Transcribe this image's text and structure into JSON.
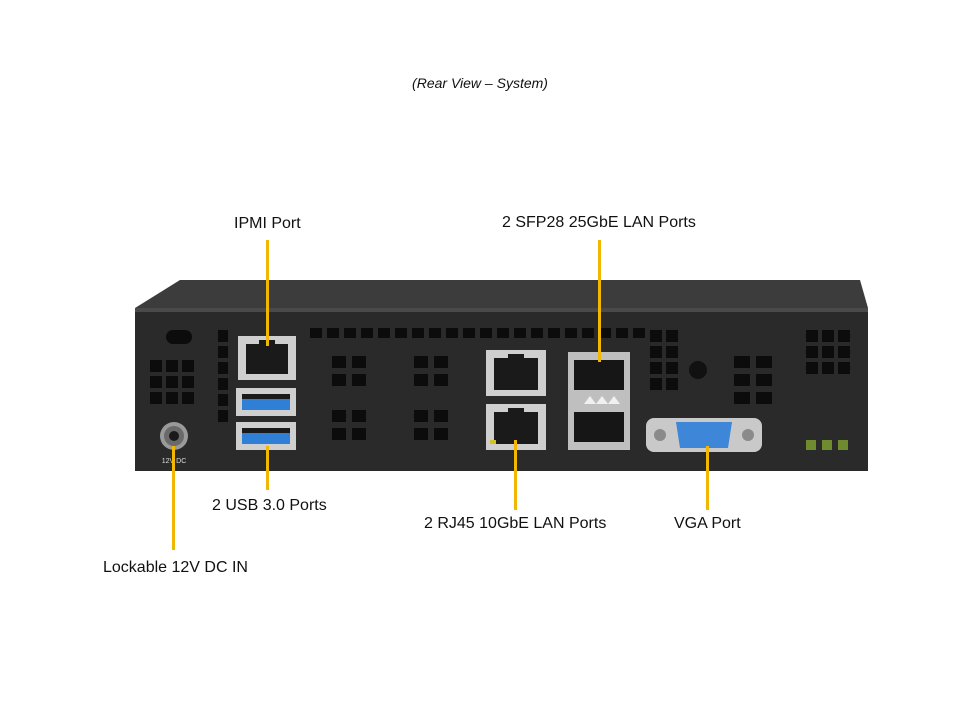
{
  "caption": "(Rear View – System)",
  "callouts": {
    "ipmi": "IPMI Port",
    "sfp28": "2 SFP28 25GbE LAN Ports",
    "usb": "2 USB 3.0 Ports",
    "rj45": "2 RJ45 10GbE LAN Ports",
    "vga": "VGA Port",
    "dc_in": "Lockable 12V DC IN"
  },
  "chassis_markings": {
    "dc_jack": "12V DC"
  },
  "colors": {
    "leader": "#f2b705",
    "chassis": "#2b2b2b",
    "usb": "#2f7fd6",
    "vga": "#3d86d8"
  }
}
